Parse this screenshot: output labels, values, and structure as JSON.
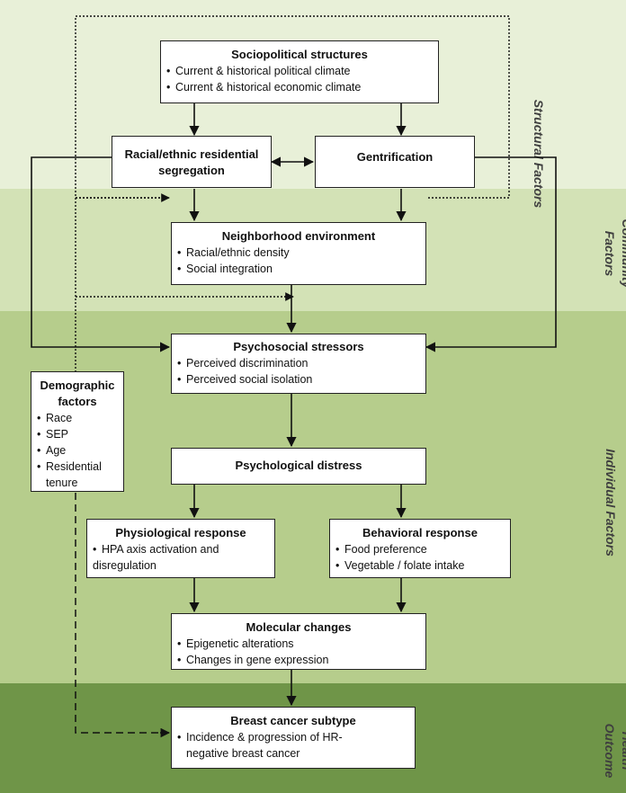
{
  "bands": {
    "structural": {
      "label": "Structural Factors",
      "color": "#e8f0d8"
    },
    "community": {
      "label_line1": "Community",
      "label_line2": "Factors",
      "color": "#d3e2b6"
    },
    "individual": {
      "label": "Individual Factors",
      "color": "#b6cd8c"
    },
    "outcome": {
      "label_line1": "Health",
      "label_line2": "Outcome",
      "color": "#6f9548"
    }
  },
  "boxes": {
    "sociopolitical": {
      "title": "Sociopolitical structures",
      "items": [
        "Current & historical political climate",
        "Current & historical economic climate"
      ]
    },
    "segregation": {
      "title_line1": "Racial/ethnic residential",
      "title_line2": "segregation"
    },
    "gentrification": {
      "title": "Gentrification"
    },
    "neighborhood": {
      "title": "Neighborhood environment",
      "items": [
        "Racial/ethnic density",
        "Social integration"
      ]
    },
    "stressors": {
      "title": "Psychosocial stressors",
      "items": [
        "Perceived discrimination",
        "Perceived social isolation"
      ]
    },
    "demographic": {
      "title_line1": "Demographic",
      "title_line2": "factors",
      "items": [
        "Race",
        "SEP",
        "Age",
        "Residential",
        "tenure"
      ]
    },
    "distress": {
      "title": "Psychological distress"
    },
    "physiological": {
      "title": "Physiological response",
      "item_line1": "HPA axis activation and",
      "item_line2": "disregulation"
    },
    "behavioral": {
      "title": "Behavioral response",
      "items": [
        "Food preference",
        "Vegetable / folate intake"
      ]
    },
    "molecular": {
      "title": "Molecular changes",
      "items": [
        "Epigenetic alterations",
        "Changes in gene expression"
      ]
    },
    "cancer": {
      "title": "Breast cancer subtype",
      "item_line1": "Incidence & progression of HR-",
      "item_line2": "negative breast cancer"
    }
  }
}
